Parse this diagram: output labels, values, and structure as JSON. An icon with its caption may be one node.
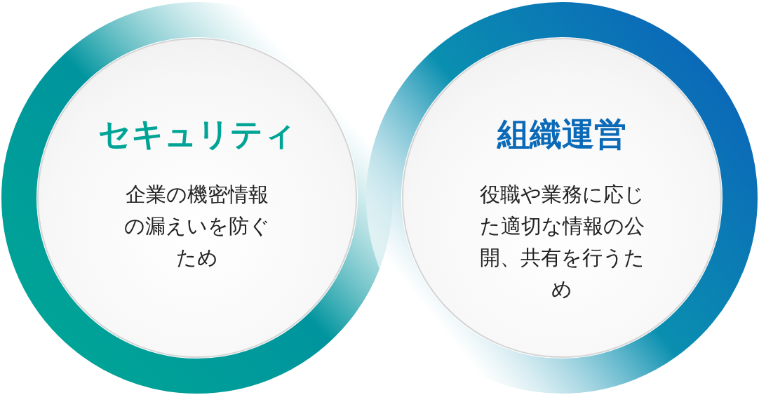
{
  "diagram": {
    "nodes": [
      {
        "text": [
          "セキュリティ",
          "企業の機密情報の漏えいを防ぐため"
        ]
      },
      {
        "text": [
          "組織運営",
          "役職や業務に応じた適切な情報の公開、共有を行うため"
        ]
      }
    ]
  }
}
